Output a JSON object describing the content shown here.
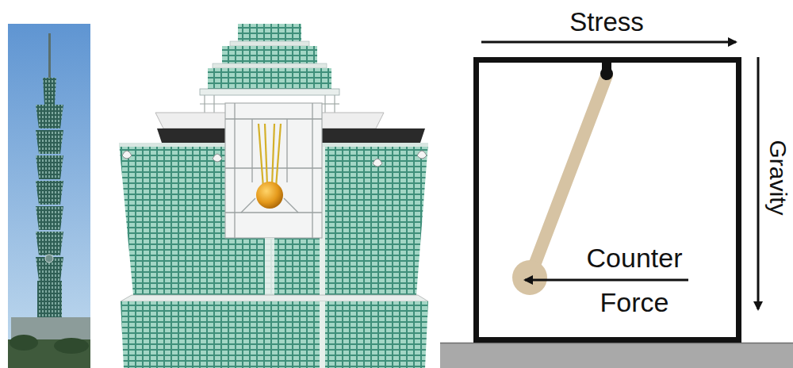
{
  "diagram": {
    "nodes": [
      {
        "text": [
          "Counter Force"
        ]
      }
    ],
    "labels": [
      "Stress",
      "Gravity"
    ]
  }
}
